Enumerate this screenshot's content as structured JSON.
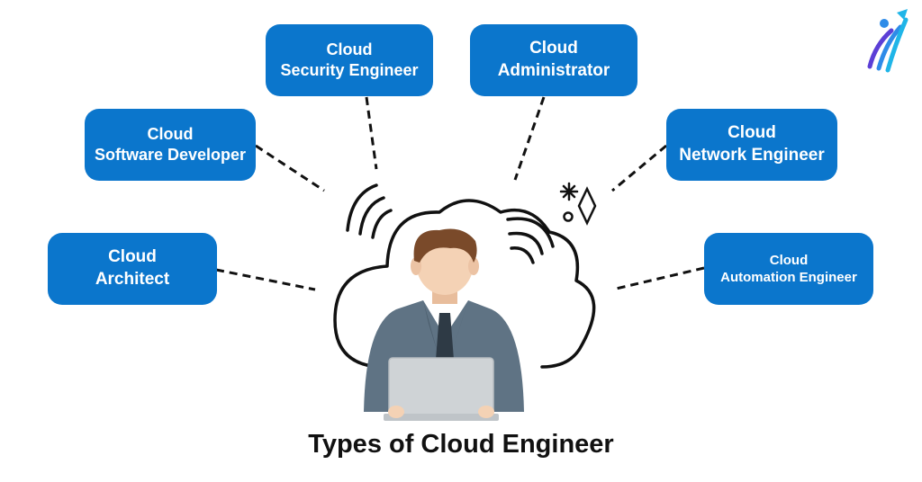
{
  "roles": [
    {
      "id": "security-engineer",
      "line1": "Cloud",
      "line2": "Security Engineer"
    },
    {
      "id": "administrator",
      "line1": "Cloud",
      "line2": "Administrator"
    },
    {
      "id": "software-developer",
      "line1": "Cloud",
      "line2": "Software Developer"
    },
    {
      "id": "network-engineer",
      "line1": "Cloud",
      "line2": "Network Engineer"
    },
    {
      "id": "architect",
      "line1": "Cloud",
      "line2": "Architect"
    },
    {
      "id": "automation-engineer",
      "line1": "Cloud",
      "line2": "Automation Engineer"
    }
  ],
  "caption": "Types of Cloud Engineer",
  "colors": {
    "box": "#0b76cc",
    "box_text": "#ffffff",
    "line": "#111111",
    "suit": "#5f7384",
    "hair": "#7a4a2a",
    "skin": "#f4d2b5",
    "laptop": "#cfd3d6"
  },
  "icons": [
    "cloud-icon",
    "wifi-signal-icon",
    "sparkle-icon",
    "brand-logo-icon",
    "engineer-figure",
    "laptop-icon"
  ]
}
